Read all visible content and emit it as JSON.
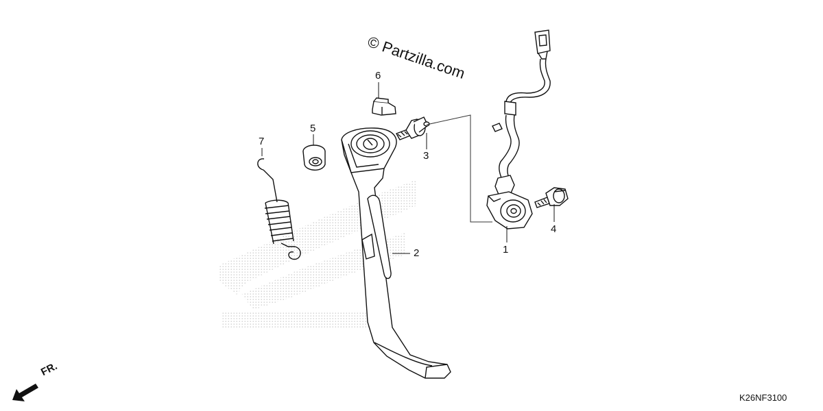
{
  "watermark": "© Partzilla.com",
  "callouts": {
    "p1": "1",
    "p2": "2",
    "p3": "3",
    "p4": "4",
    "p5": "5",
    "p6": "6",
    "p7": "7"
  },
  "direction_label": "FR.",
  "diagram_code": "K26NF3100"
}
